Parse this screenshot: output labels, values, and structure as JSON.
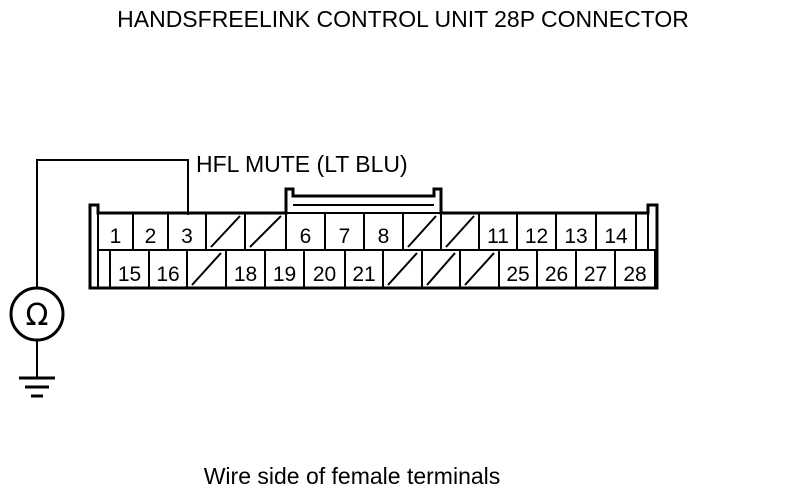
{
  "title": "HANDSFREELINK CONTROL UNIT 28P CONNECTOR",
  "wire_label": "HFL MUTE (LT BLU)",
  "caption": "Wire side of female terminals",
  "meter": {
    "symbol": "Ω",
    "icon": "ohmmeter-icon"
  },
  "ground": {
    "icon": "ground-icon"
  },
  "connector": {
    "top_row": [
      {
        "label": "1"
      },
      {
        "label": "2"
      },
      {
        "label": "3"
      },
      {
        "label": ""
      },
      {
        "label": ""
      },
      {
        "label": "6"
      },
      {
        "label": "7"
      },
      {
        "label": "8"
      },
      {
        "label": ""
      },
      {
        "label": ""
      },
      {
        "label": "11"
      },
      {
        "label": "12"
      },
      {
        "label": "13"
      },
      {
        "label": "14"
      }
    ],
    "bottom_row": [
      {
        "label": "15"
      },
      {
        "label": "16"
      },
      {
        "label": ""
      },
      {
        "label": "18"
      },
      {
        "label": "19"
      },
      {
        "label": "20"
      },
      {
        "label": "21"
      },
      {
        "label": ""
      },
      {
        "label": ""
      },
      {
        "label": ""
      },
      {
        "label": "25"
      },
      {
        "label": "26"
      },
      {
        "label": "27"
      },
      {
        "label": "28"
      }
    ]
  }
}
